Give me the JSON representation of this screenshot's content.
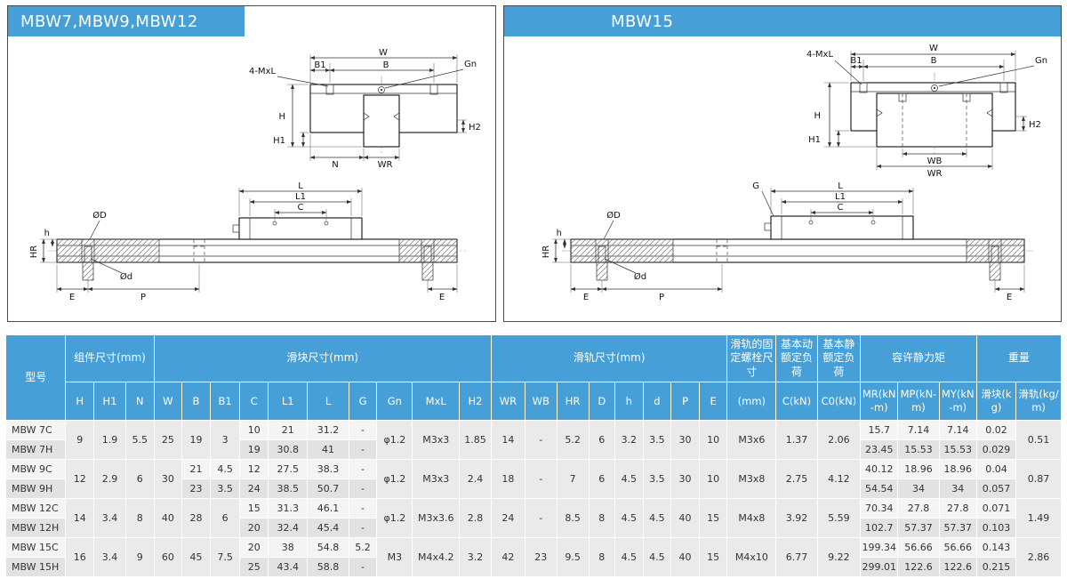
{
  "colors": {
    "accent": "#469fd7",
    "row_light": "#f4f4f4",
    "row_dark": "#e2e2e2"
  },
  "panels": {
    "left": {
      "title": "MBW7,MBW9,MBW12"
    },
    "right": {
      "title": "MBW15"
    }
  },
  "labels": {
    "W": "W",
    "B": "B",
    "B1": "B1",
    "Gn": "Gn",
    "mxl": "4-MxL",
    "H": "H",
    "H1": "H1",
    "H2": "H2",
    "N": "N",
    "WR": "WR",
    "WB": "WB",
    "L": "L",
    "L1": "L1",
    "C": "C",
    "G": "G",
    "OD": "ØD",
    "Od": "Ød",
    "E": "E",
    "P": "P",
    "HR": "HR",
    "h": "h"
  },
  "table": {
    "header_rows": [
      [
        {
          "t": "型号",
          "rs": 2
        },
        {
          "t": "组件尺寸(mm)",
          "cs": 3
        },
        {
          "t": "滑块尺寸(mm)",
          "cs": 10
        },
        {
          "t": "滑轨尺寸(mm)",
          "cs": 8
        },
        {
          "t": "滑轨的固定螺栓尺寸"
        },
        {
          "t": "基本动额定负荷"
        },
        {
          "t": "基本静额定负荷"
        },
        {
          "t": "容许静力矩",
          "cs": 3
        },
        {
          "t": "重量",
          "cs": 2
        }
      ],
      [
        {
          "t": "H"
        },
        {
          "t": "H1"
        },
        {
          "t": "N"
        },
        {
          "t": "W"
        },
        {
          "t": "B"
        },
        {
          "t": "B1"
        },
        {
          "t": "C"
        },
        {
          "t": "L1"
        },
        {
          "t": "L"
        },
        {
          "t": "G"
        },
        {
          "t": "Gn"
        },
        {
          "t": "MxL"
        },
        {
          "t": "H2"
        },
        {
          "t": "WR"
        },
        {
          "t": "WB"
        },
        {
          "t": "HR"
        },
        {
          "t": "D"
        },
        {
          "t": "h"
        },
        {
          "t": "d"
        },
        {
          "t": "P"
        },
        {
          "t": "E"
        },
        {
          "t": "(mm)"
        },
        {
          "t": "C(kN)"
        },
        {
          "t": "C0(kN)"
        },
        {
          "t": "MR(kN-m)"
        },
        {
          "t": "MP(kN-m)"
        },
        {
          "t": "MY(kN-m)"
        },
        {
          "t": "滑块(kg)"
        },
        {
          "t": "滑轨(kg/m)"
        }
      ]
    ],
    "rows": [
      [
        "MBW 7C",
        {
          "t": "9",
          "rs": 2
        },
        {
          "t": "1.9",
          "rs": 2
        },
        {
          "t": "5.5",
          "rs": 2
        },
        {
          "t": "25",
          "rs": 2
        },
        {
          "t": "19",
          "rs": 2
        },
        {
          "t": "3",
          "rs": 2
        },
        "10",
        "21",
        "31.2",
        "-",
        {
          "t": "φ1.2",
          "rs": 2
        },
        {
          "t": "M3x3",
          "rs": 2
        },
        {
          "t": "1.85",
          "rs": 2
        },
        {
          "t": "14",
          "rs": 2
        },
        {
          "t": "-",
          "rs": 2
        },
        {
          "t": "5.2",
          "rs": 2
        },
        {
          "t": "6",
          "rs": 2
        },
        {
          "t": "3.2",
          "rs": 2
        },
        {
          "t": "3.5",
          "rs": 2
        },
        {
          "t": "30",
          "rs": 2
        },
        {
          "t": "10",
          "rs": 2
        },
        {
          "t": "M3x6",
          "rs": 2
        },
        {
          "t": "1.37",
          "rs": 2
        },
        {
          "t": "2.06",
          "rs": 2
        },
        "15.7",
        "7.14",
        "7.14",
        "0.02",
        {
          "t": "0.51",
          "rs": 2
        }
      ],
      [
        "MBW 7H",
        "19",
        "30.8",
        "41",
        "-",
        "23.45",
        "15.53",
        "15.53",
        "0.029"
      ],
      [
        "MBW 9C",
        {
          "t": "12",
          "rs": 2
        },
        {
          "t": "2.9",
          "rs": 2
        },
        {
          "t": "6",
          "rs": 2
        },
        {
          "t": "30",
          "rs": 2
        },
        "21",
        "4.5",
        "12",
        "27.5",
        "38.3",
        "-",
        {
          "t": "φ1.2",
          "rs": 2
        },
        {
          "t": "M3x3",
          "rs": 2
        },
        {
          "t": "2.4",
          "rs": 2
        },
        {
          "t": "18",
          "rs": 2
        },
        {
          "t": "-",
          "rs": 2
        },
        {
          "t": "7",
          "rs": 2
        },
        {
          "t": "6",
          "rs": 2
        },
        {
          "t": "4.5",
          "rs": 2
        },
        {
          "t": "3.5",
          "rs": 2
        },
        {
          "t": "30",
          "rs": 2
        },
        {
          "t": "10",
          "rs": 2
        },
        {
          "t": "M3x8",
          "rs": 2
        },
        {
          "t": "2.75",
          "rs": 2
        },
        {
          "t": "4.12",
          "rs": 2
        },
        "40.12",
        "18.96",
        "18.96",
        "0.04",
        {
          "t": "0.87",
          "rs": 2
        }
      ],
      [
        "MBW 9H",
        "23",
        "3.5",
        "24",
        "38.5",
        "50.7",
        "-",
        "54.54",
        "34",
        "34",
        "0.057"
      ],
      [
        "MBW 12C",
        {
          "t": "14",
          "rs": 2
        },
        {
          "t": "3.4",
          "rs": 2
        },
        {
          "t": "8",
          "rs": 2
        },
        {
          "t": "40",
          "rs": 2
        },
        {
          "t": "28",
          "rs": 2
        },
        {
          "t": "6",
          "rs": 2
        },
        "15",
        "31.3",
        "46.1",
        "-",
        {
          "t": "φ1.2",
          "rs": 2
        },
        {
          "t": "M3x3.6",
          "rs": 2
        },
        {
          "t": "2.8",
          "rs": 2
        },
        {
          "t": "24",
          "rs": 2
        },
        {
          "t": "-",
          "rs": 2
        },
        {
          "t": "8.5",
          "rs": 2
        },
        {
          "t": "8",
          "rs": 2
        },
        {
          "t": "4.5",
          "rs": 2
        },
        {
          "t": "4.5",
          "rs": 2
        },
        {
          "t": "40",
          "rs": 2
        },
        {
          "t": "15",
          "rs": 2
        },
        {
          "t": "M4x8",
          "rs": 2
        },
        {
          "t": "3.92",
          "rs": 2
        },
        {
          "t": "5.59",
          "rs": 2
        },
        "70.34",
        "27.8",
        "27.8",
        "0.071",
        {
          "t": "1.49",
          "rs": 2
        }
      ],
      [
        "MBW 12H",
        "20",
        "32.4",
        "45.4",
        "-",
        "102.7",
        "57.37",
        "57.37",
        "0.103"
      ],
      [
        "MBW 15C",
        {
          "t": "16",
          "rs": 2
        },
        {
          "t": "3.4",
          "rs": 2
        },
        {
          "t": "9",
          "rs": 2
        },
        {
          "t": "60",
          "rs": 2
        },
        {
          "t": "45",
          "rs": 2
        },
        {
          "t": "7.5",
          "rs": 2
        },
        "20",
        "38",
        "54.8",
        "5.2",
        {
          "t": "M3",
          "rs": 2
        },
        {
          "t": "M4x4.2",
          "rs": 2
        },
        {
          "t": "3.2",
          "rs": 2
        },
        {
          "t": "42",
          "rs": 2
        },
        {
          "t": "23",
          "rs": 2
        },
        {
          "t": "9.5",
          "rs": 2
        },
        {
          "t": "8",
          "rs": 2
        },
        {
          "t": "4.5",
          "rs": 2
        },
        {
          "t": "4.5",
          "rs": 2
        },
        {
          "t": "40",
          "rs": 2
        },
        {
          "t": "15",
          "rs": 2
        },
        {
          "t": "M4x10",
          "rs": 2
        },
        {
          "t": "6.77",
          "rs": 2
        },
        {
          "t": "9.22",
          "rs": 2
        },
        "199.34",
        "56.66",
        "56.66",
        "0.143",
        {
          "t": "2.86",
          "rs": 2
        }
      ],
      [
        "MBW 15H",
        "25",
        "43.4",
        "58.8",
        "-",
        "299.01",
        "122.6",
        "122.6",
        "0.215"
      ]
    ]
  }
}
